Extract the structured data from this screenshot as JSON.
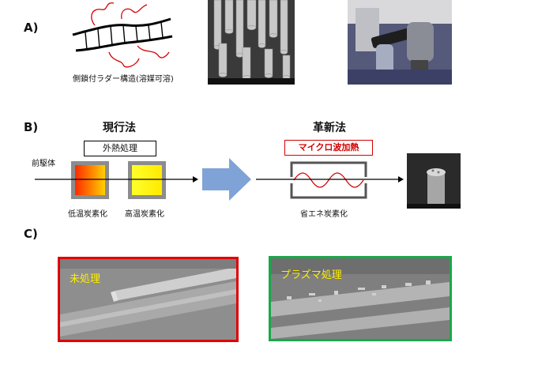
{
  "sections": {
    "a": "A)",
    "b": "B)",
    "c": "C)"
  },
  "panel_a": {
    "ladder_caption": "側鎖付ラダー構造(溶媒可溶)"
  },
  "panel_b": {
    "current_title": "現行法",
    "new_title": "革新法",
    "external_heat": "外熱処理",
    "microwave": "マイクロ波加熱",
    "precursor": "前駆体",
    "low_temp": "低温炭素化",
    "high_temp": "高温炭素化",
    "energy_saving": "省エネ炭素化"
  },
  "panel_c": {
    "untreated": "未処理",
    "plasma": "プラズマ処理"
  },
  "colors": {
    "red_frame": "#e00000",
    "green_frame": "#1aa84a",
    "arrow_blue": "#7fa3d6",
    "label_yellow": "#ffee00"
  }
}
